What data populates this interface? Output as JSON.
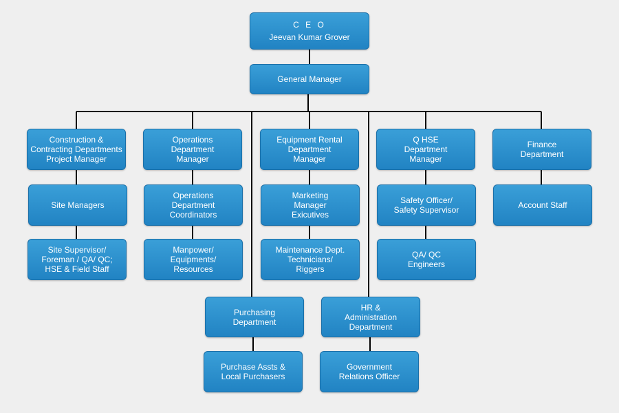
{
  "nodes": {
    "ceo": {
      "title": "C E O",
      "name": "Jeevan Kumar Grover"
    },
    "gm": {
      "lines": [
        "General Manager"
      ]
    },
    "construction_pm": {
      "lines": [
        "Construction &",
        "Contracting Departments",
        "Project Manager"
      ]
    },
    "site_managers": {
      "lines": [
        "Site Managers"
      ]
    },
    "site_supervisor": {
      "lines": [
        "Site Supervisor/",
        "Foreman / QA/ QC;",
        "HSE & Field Staff"
      ]
    },
    "operations_manager": {
      "lines": [
        "Operations",
        "Department",
        "Manager"
      ]
    },
    "operations_coordinators": {
      "lines": [
        "Operations",
        "Department",
        "Coordinators"
      ]
    },
    "manpower": {
      "lines": [
        "Manpower/",
        "Equipments/",
        "Resources"
      ]
    },
    "equipment_rental_manager": {
      "lines": [
        "Equipment Rental",
        "Department",
        "Manager"
      ]
    },
    "marketing_executives": {
      "lines": [
        "Marketing",
        "Manager",
        "Exicutives"
      ]
    },
    "maintenance": {
      "lines": [
        "Maintenance Dept.",
        "Technicians/",
        "Riggers"
      ]
    },
    "qhse_manager": {
      "lines": [
        "Q HSE",
        "Department",
        "Manager"
      ]
    },
    "safety_officer": {
      "lines": [
        "Safety Officer/",
        "Safety Supervisor"
      ]
    },
    "qa_qc_engineers": {
      "lines": [
        "QA/ QC",
        "Engineers"
      ]
    },
    "finance": {
      "lines": [
        "Finance",
        "Department"
      ]
    },
    "account_staff": {
      "lines": [
        "Account Staff"
      ]
    },
    "purchasing": {
      "lines": [
        "Purchasing",
        "Department"
      ]
    },
    "purchase_assts": {
      "lines": [
        "Purchase Assts &",
        "Local Purchasers"
      ]
    },
    "hr_admin": {
      "lines": [
        "HR &",
        "Administration",
        "Department"
      ]
    },
    "government_relations": {
      "lines": [
        "Government",
        "Relations Officer"
      ]
    }
  },
  "colors": {
    "node_fill": "#2a8fcd",
    "node_border": "#1a6fa8",
    "connector": "#000000",
    "background": "#efefef"
  }
}
